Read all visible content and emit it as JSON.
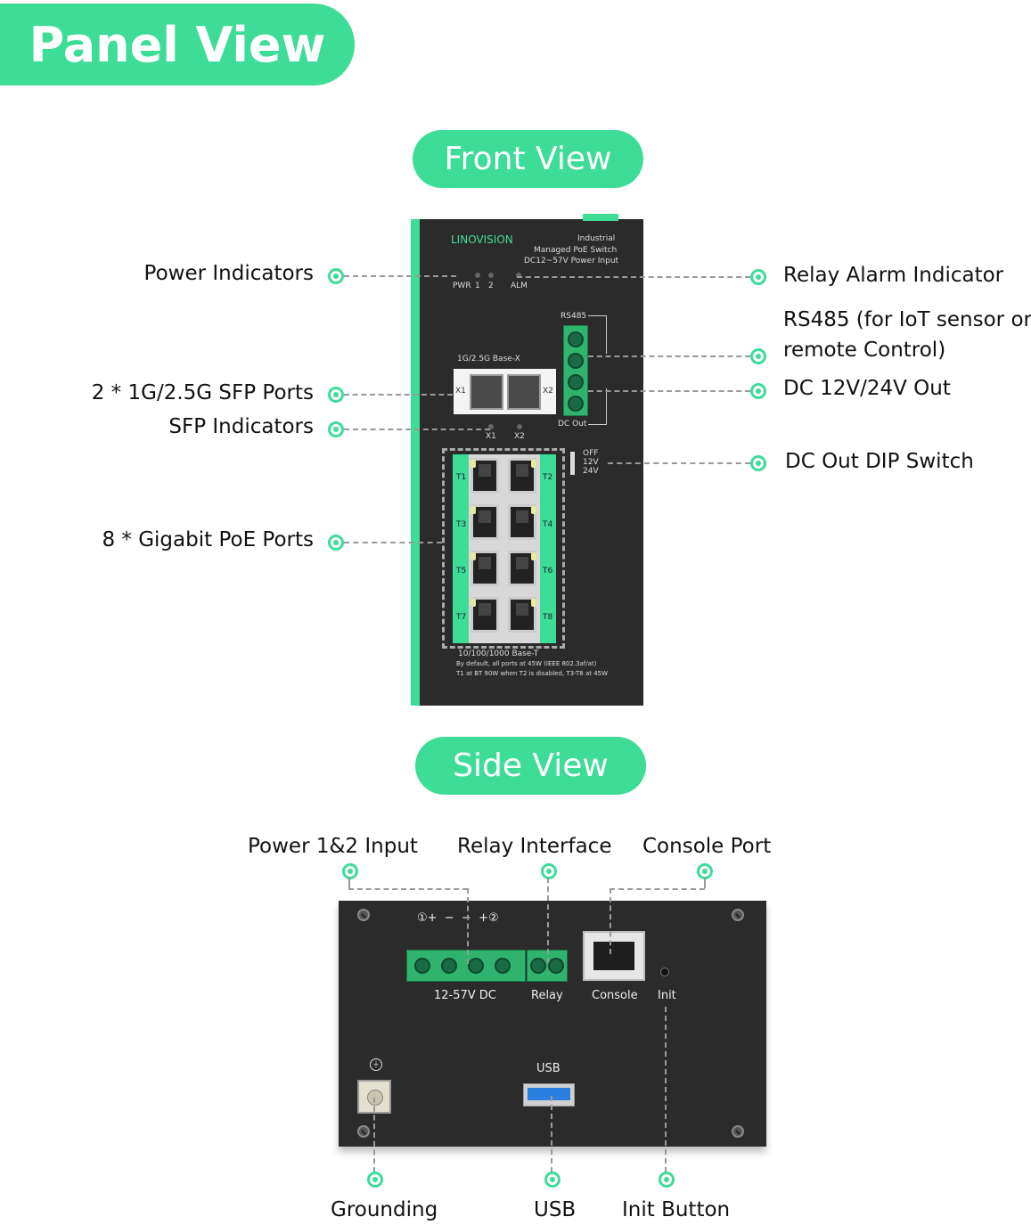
{
  "header": {
    "title": "Panel View"
  },
  "front": {
    "title": "Front View",
    "brand": "LINOVISION",
    "product": [
      "Industrial",
      "Managed PoE Switch",
      "DC12~57V Power Input"
    ],
    "led_labels": {
      "pwr": "PWR",
      "one": "1",
      "two": "2",
      "alm": "ALM"
    },
    "rs485_label": "RS485",
    "sfp_label": "1G/2.5G Base-X",
    "sfp_ports": [
      "X1",
      "X2"
    ],
    "sfp_led_labels": [
      "X1",
      "X2"
    ],
    "dc_out_label": "DC Out",
    "dip_labels": [
      "OFF",
      "12V",
      "24V"
    ],
    "rj_labels": [
      "T1",
      "T2",
      "T3",
      "T4",
      "T5",
      "T6",
      "T7",
      "T8"
    ],
    "base_t_label": "10/100/1000 Base-T",
    "footnote": [
      "By default, all ports at 45W (IEEE 802.3af/at)",
      "T1 at BT 90W when T2 is disabled, T3-T8 at 45W"
    ],
    "callouts": {
      "power_indicators": "Power Indicators",
      "sfp_ports": "2 * 1G/2.5G SFP Ports",
      "sfp_indicators": "SFP Indicators",
      "poe_ports": "8 * Gigabit PoE Ports",
      "relay_alarm": "Relay Alarm Indicator",
      "rs485_line1": "RS485 (for IoT sensor or",
      "rs485_line2": "remote Control)",
      "dc_out": "DC 12V/24V Out",
      "dip_switch": "DC Out DIP Switch"
    }
  },
  "side": {
    "title": "Side View",
    "power_polarity": "①+  −  −  +②",
    "power_label": "12-57V DC",
    "relay_label": "Relay",
    "console_label": "Console",
    "init_label": "Init",
    "usb_label": "USB",
    "callouts": {
      "power_input": "Power 1&2 Input",
      "relay_interface": "Relay Interface",
      "console_port": "Console Port",
      "grounding": "Grounding",
      "usb": "USB",
      "init_button": "Init Button"
    }
  },
  "colors": {
    "accent": "#3ddc97",
    "device": "#2b2b2b",
    "terminal": "#2fb36f"
  }
}
